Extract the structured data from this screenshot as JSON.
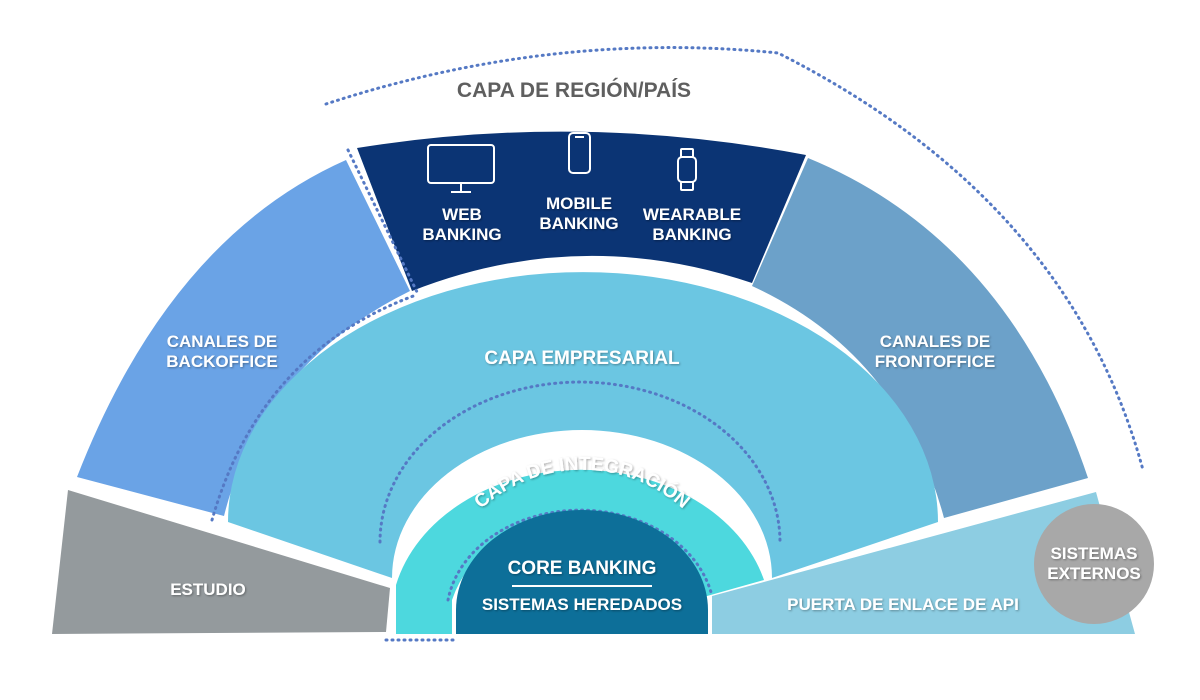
{
  "region_layer": {
    "label": "CAPA DE REGIÓN/PAÍS"
  },
  "channels": {
    "web": {
      "icon": "monitor-icon",
      "line1": "WEB",
      "line2": "BANKING"
    },
    "mobile": {
      "icon": "smartphone-icon",
      "line1": "MOBILE",
      "line2": "BANKING"
    },
    "wearable": {
      "icon": "smartwatch-icon",
      "line1": "WEARABLE",
      "line2": "BANKING"
    }
  },
  "backoffice": {
    "line1": "CANALES DE",
    "line2": "BACKOFFICE"
  },
  "frontoffice": {
    "line1": "CANALES DE",
    "line2": "FRONTOFFICE"
  },
  "business_layer": {
    "label": "CAPA EMPRESARIAL"
  },
  "integration_layer": {
    "label": "CAPA DE INTEGRACIÓN"
  },
  "core": {
    "title": "CORE BANKING",
    "subtitle": "SISTEMAS HEREDADOS"
  },
  "studio": {
    "label": "ESTUDIO"
  },
  "api_gateway": {
    "label": "PUERTA DE ENLACE DE API"
  },
  "external": {
    "line1": "SISTEMAS",
    "line2": "EXTERNOS"
  },
  "colors": {
    "navy": "#0b3474",
    "backoffice": "#6aa3e6",
    "frontoffice": "#6ca1c9",
    "business": "#6bc6e2",
    "integration": "#4dd8de",
    "core": "#0d6f99",
    "studio": "#949a9d",
    "api": "#8dcde2",
    "external": "#a8a8a8",
    "dots": "#5579c4"
  }
}
